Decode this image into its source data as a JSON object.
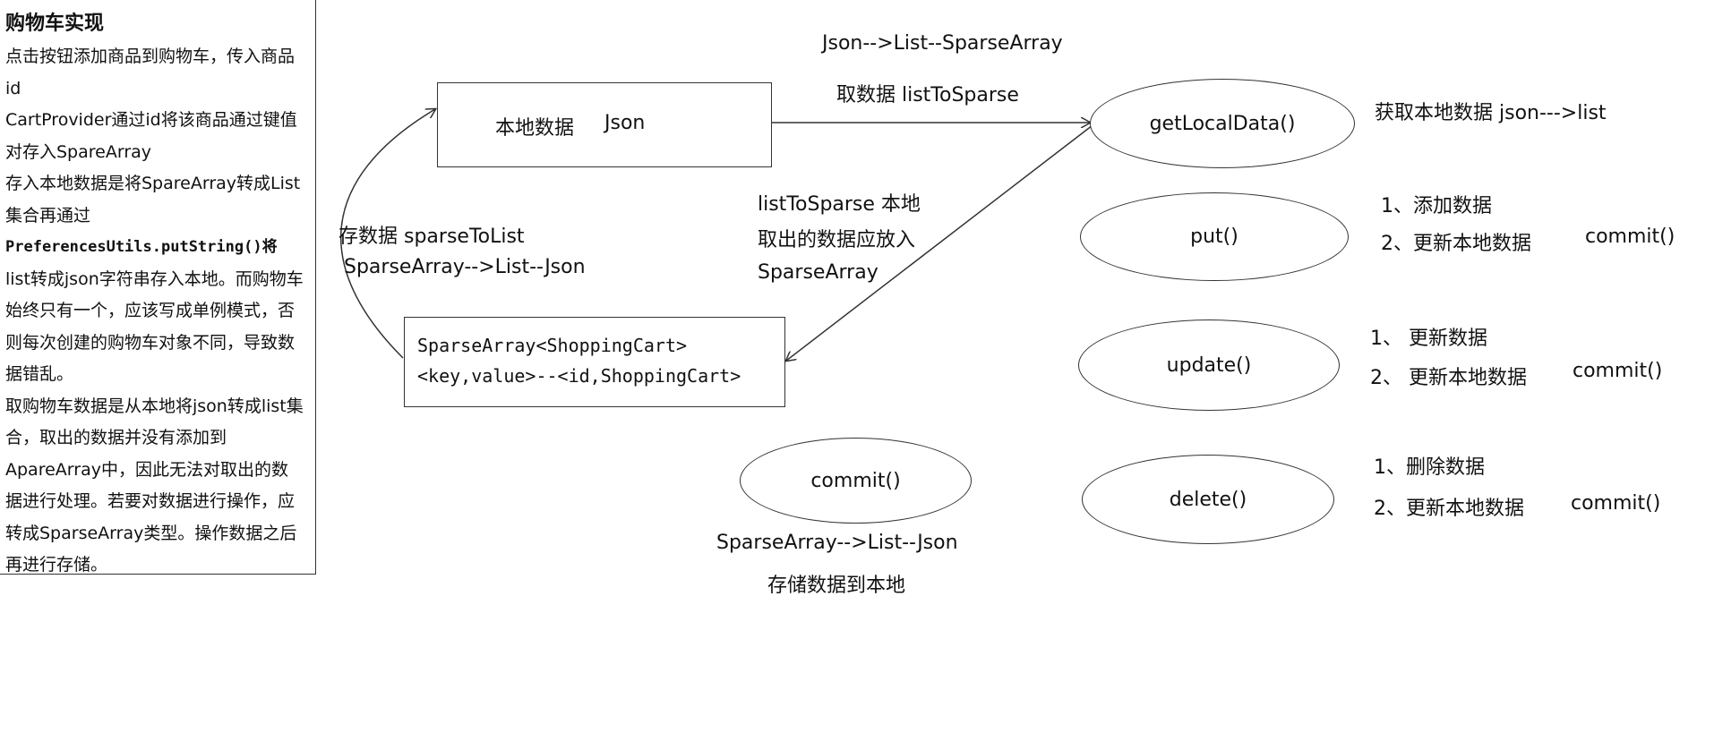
{
  "sidebar": {
    "title": "购物车实现",
    "lines": [
      "点击按钮添加商品到购物车，传入商品",
      "id",
      "CartProvider通过id将该商品通过键值",
      "对存入SpareArray",
      "存入本地数据是将SpareArray转成List",
      "集合再通过",
      "PreferencesUtils.putString()将",
      "list转成json字符串存入本地。而购物车",
      "始终只有一个，应该写成单例模式，否",
      "则每次创建的购物车对象不同，导致数",
      "据错乱。",
      "取购物车数据是从本地将json转成list集",
      "合，取出的数据并没有添加到",
      "ApareArray中，因此无法对取出的数",
      "据进行处理。若要对数据进行操作，应",
      "转成SparseArray类型。操作数据之后",
      "再进行存储。"
    ]
  },
  "local_box": {
    "label1": "本地数据",
    "label2": "Json"
  },
  "sparse_box": {
    "line1": "SparseArray<ShoppingCart>",
    "line2": "<key,value>--<id,ShoppingCart>"
  },
  "top_annotation": {
    "line1": "Json-->List--SparseArray",
    "line2": "取数据 listToSparse"
  },
  "left_annotation": {
    "line1": "存数据 sparseToList",
    "line2": "SparseArray-->List--Json"
  },
  "middle_annotation": {
    "line1": "listToSparse 本地",
    "line2": "取出的数据应放入",
    "line3": "SparseArray"
  },
  "methods": {
    "getLocalData": "getLocalData()",
    "put": "put()",
    "update": "update()",
    "delete": "delete()",
    "commit": "commit()"
  },
  "notes": {
    "getLocalData": "获取本地数据  json--->list",
    "put_1": "1、添加数据",
    "put_2": "2、更新本地数据",
    "put_commit": "commit()",
    "update_1": "1、 更新数据",
    "update_2": "2、 更新本地数据",
    "update_commit": "commit()",
    "delete_1": "1、删除数据",
    "delete_2": "2、更新本地数据",
    "delete_commit": "commit()",
    "commit_1": "SparseArray-->List--Json",
    "commit_2": "存储数据到本地"
  }
}
